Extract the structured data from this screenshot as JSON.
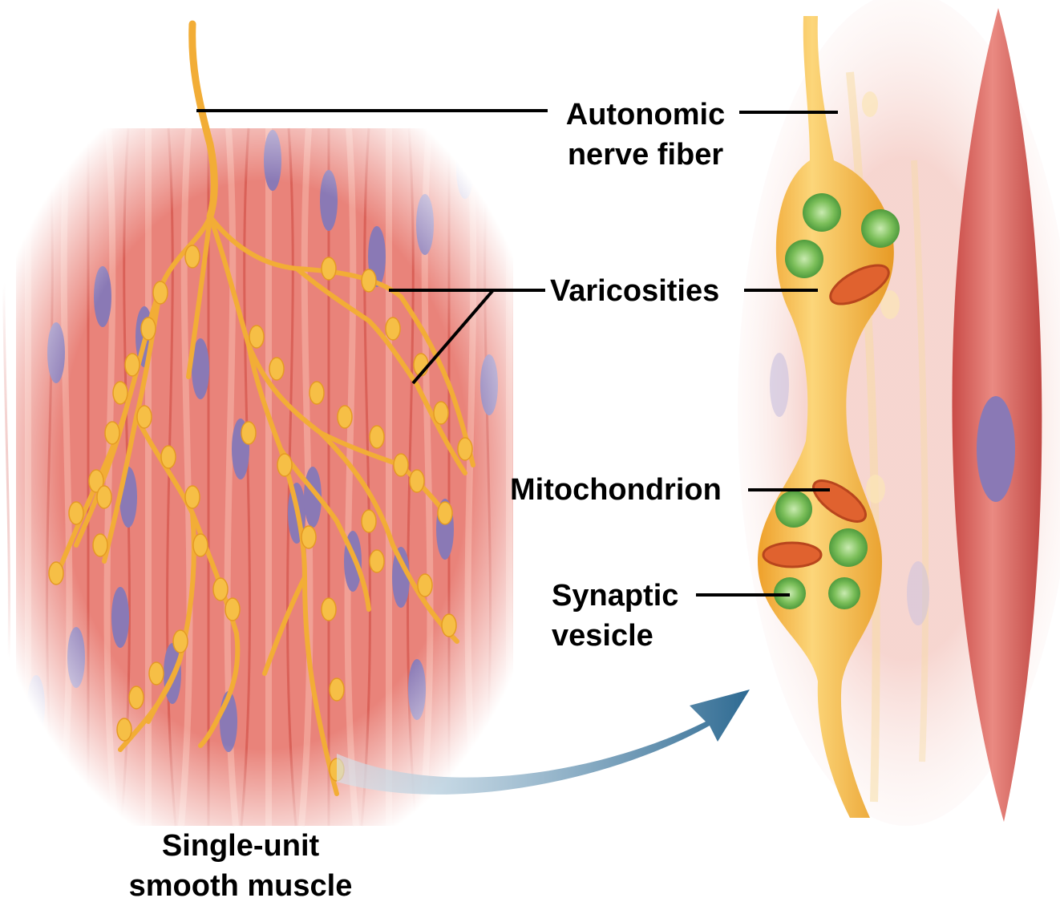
{
  "labels": {
    "autonomic_line1": "Autonomic",
    "autonomic_line2": "nerve fiber",
    "varicosities": "Varicosities",
    "mitochondrion": "Mitochondrion",
    "synaptic_line1": "Synaptic",
    "synaptic_line2": "vesicle",
    "muscle_line1": "Single-unit",
    "muscle_line2": "smooth muscle"
  },
  "colors": {
    "muscle_fiber": "#e46f66",
    "muscle_highlight": "#f6b8ae",
    "nucleus": "#8a79b5",
    "nerve_fiber": "#f4b33a",
    "nerve_highlight": "#fde08a",
    "vesicle": "#7cbf5a",
    "mitochondrion": "#e0622f",
    "arrow": "#2e6a92",
    "leader_line": "#000000"
  }
}
